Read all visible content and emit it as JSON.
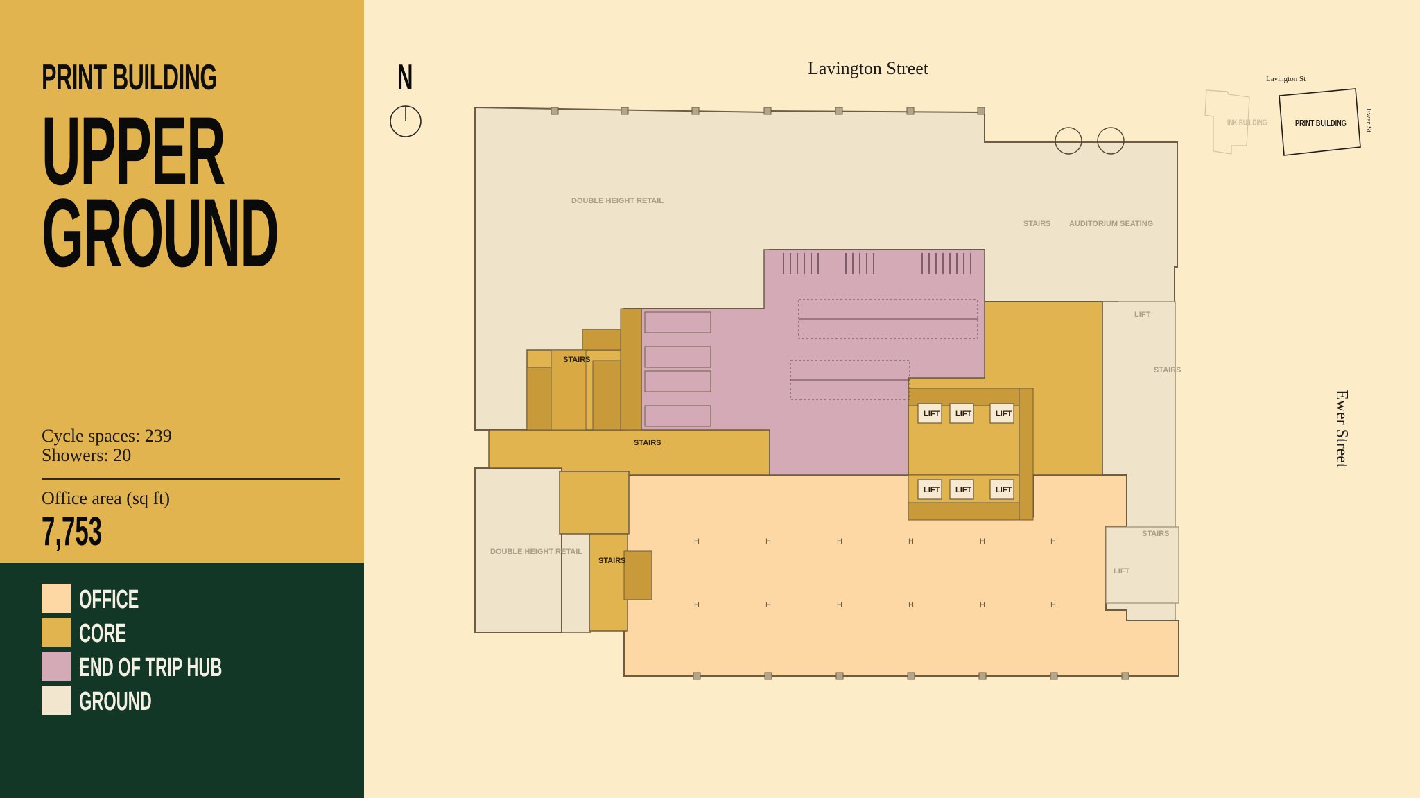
{
  "header": {
    "building": "PRINT BUILDING",
    "floor_line1": "UPPER",
    "floor_line2": "GROUND"
  },
  "stats": {
    "cycle_spaces": "Cycle spaces: 239",
    "showers": "Showers: 20",
    "office_area_label": "Office area (sq ft)",
    "office_area_value": "7,753"
  },
  "legend": {
    "items": [
      {
        "label": "OFFICE",
        "color": "#fdd8a4"
      },
      {
        "label": "CORE",
        "color": "#e2b44f"
      },
      {
        "label": "END OF TRIP HUB",
        "color": "#d5aab7"
      },
      {
        "label": "GROUND",
        "color": "#f2e6cf"
      }
    ]
  },
  "compass": {
    "label": "N",
    "icon": "north-arrow-icon"
  },
  "streets": {
    "top": "Lavington Street",
    "right": "Ewer Street"
  },
  "floor_plan": {
    "labels": {
      "double_height_retail_north": "DOUBLE HEIGHT RETAIL",
      "double_height_retail_south": "DOUBLE HEIGHT RETAIL",
      "stairs": "STAIRS",
      "auditorium_seating": "AUDITORIUM SEATING",
      "lift": "LIFT"
    },
    "colors": {
      "office": "#fdd8a4",
      "core": "#e2b44f",
      "core_dark": "#c99a3a",
      "hub": "#d5aab7",
      "ground": "#f0e4cc",
      "wall": "#6b5d46",
      "column": "#b5a68a",
      "faint_text": "#b0a58e"
    }
  },
  "key_map": {
    "street_top": "Lavington St",
    "street_right": "Ewer St",
    "ink_building": "INK BUILDING",
    "print_building": "PRINT BUILDING"
  },
  "colors": {
    "sidebar_gold": "#e2b44f",
    "sidebar_green": "#123726",
    "page_bg": "#fdecc8"
  }
}
